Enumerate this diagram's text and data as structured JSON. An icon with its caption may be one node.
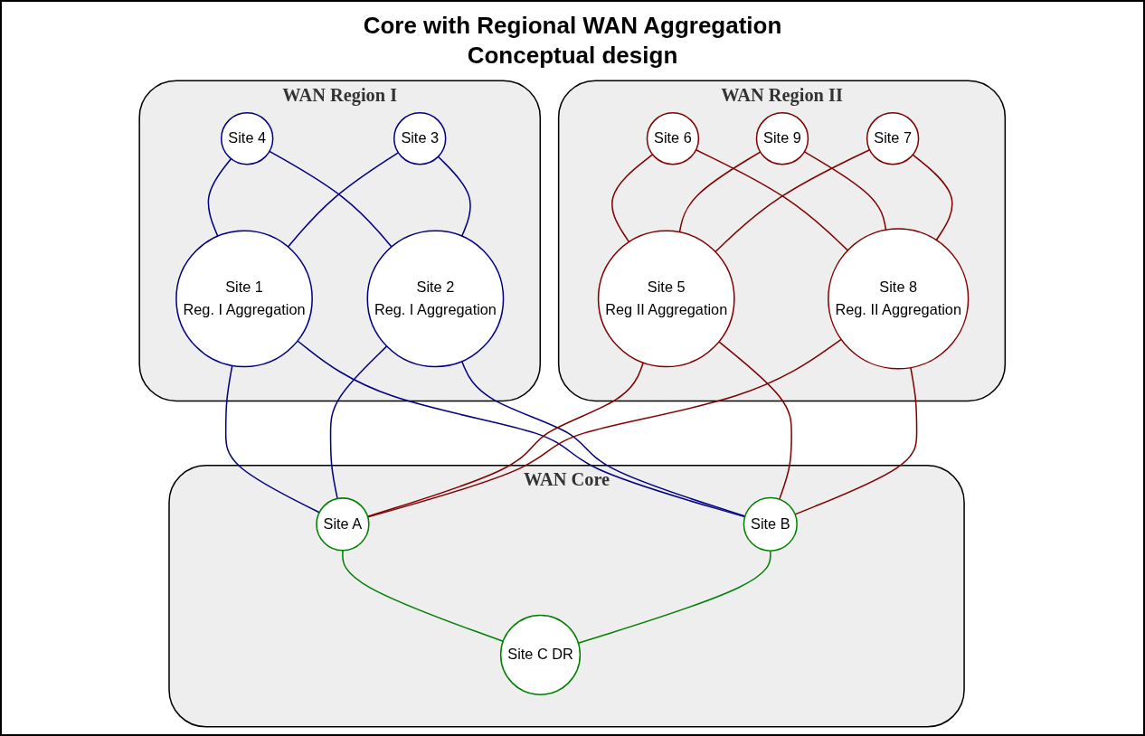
{
  "diagram": {
    "title": "Core with Regional WAN Aggregation Conceptual design",
    "nodes": [
      {
        "text": [
          "WAN Region I"
        ]
      },
      {
        "text": [
          "Site 4"
        ],
        "in": 0
      },
      {
        "text": [
          "Site 1",
          "Reg. I Aggregation"
        ],
        "in": 0
      },
      {
        "text": [
          "Site 3"
        ],
        "in": 0
      },
      {
        "text": [
          "Site 2",
          "Reg. I Aggregation"
        ],
        "in": 0
      },
      {
        "text": [
          "WAN Region II"
        ]
      },
      {
        "text": [
          "Site 6"
        ],
        "in": 5
      },
      {
        "text": [
          "Site 5",
          "Reg II Aggregation"
        ],
        "in": 5
      },
      {
        "text": [
          "Site 9"
        ],
        "in": 5
      },
      {
        "text": [
          "Site 8",
          "Reg. II Aggregation"
        ],
        "in": 5
      },
      {
        "text": [
          "Site 7"
        ],
        "in": 5
      },
      {
        "text": [
          "WAN Core"
        ]
      },
      {
        "text": [
          "Site A"
        ],
        "in": 11
      },
      {
        "text": [
          "Site B"
        ],
        "in": 11
      },
      {
        "text": [
          "Site C DR"
        ],
        "in": 11
      }
    ],
    "edges": [
      {
        "from": 1,
        "to": 2,
        "arrow": "none",
        "color": "#000080"
      },
      {
        "from": 1,
        "to": 4,
        "arrow": "none",
        "color": "#000080"
      },
      {
        "from": 3,
        "to": 2,
        "arrow": "none",
        "color": "#000080"
      },
      {
        "from": 3,
        "to": 4,
        "arrow": "none",
        "color": "#000080"
      },
      {
        "from": 2,
        "to": 12,
        "arrow": "none",
        "color": "#000080"
      },
      {
        "from": 2,
        "to": 13,
        "arrow": "none",
        "color": "#000080"
      },
      {
        "from": 4,
        "to": 12,
        "arrow": "none",
        "color": "#000080"
      },
      {
        "from": 4,
        "to": 13,
        "arrow": "none",
        "color": "#000080"
      },
      {
        "from": 7,
        "to": 6,
        "arrow": "none",
        "color": "#800000"
      },
      {
        "from": 7,
        "to": 8,
        "arrow": "none",
        "color": "#800000"
      },
      {
        "from": 7,
        "to": 10,
        "arrow": "none",
        "color": "#800000"
      },
      {
        "from": 9,
        "to": 6,
        "arrow": "none",
        "color": "#800000"
      },
      {
        "from": 9,
        "to": 8,
        "arrow": "none",
        "color": "#800000"
      },
      {
        "from": 9,
        "to": 10,
        "arrow": "none",
        "color": "#800000"
      },
      {
        "from": 7,
        "to": 12,
        "arrow": "none",
        "color": "#800000"
      },
      {
        "from": 7,
        "to": 13,
        "arrow": "none",
        "color": "#800000"
      },
      {
        "from": 9,
        "to": 12,
        "arrow": "none",
        "color": "#800000"
      },
      {
        "from": 9,
        "to": 13,
        "arrow": "none",
        "color": "#800000"
      },
      {
        "from": 12,
        "to": 14,
        "arrow": "none",
        "color": "#008000"
      },
      {
        "from": 13,
        "to": 14,
        "arrow": "none",
        "color": "#008000"
      }
    ]
  }
}
